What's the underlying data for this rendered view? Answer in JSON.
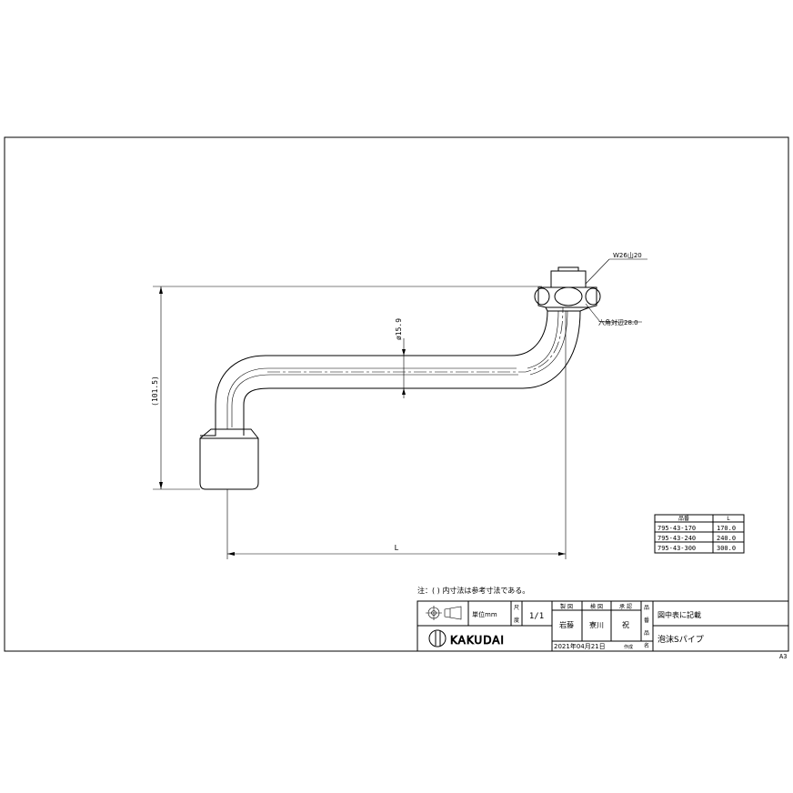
{
  "drawing": {
    "sheet_size": "A3",
    "dimensions": {
      "thread_spec": "W26山20",
      "hex_spec": "六角対辺28.0",
      "pipe_diameter": "ø15.9",
      "height": "(101.5)",
      "length_symbol": "L"
    },
    "parts_table": {
      "headers": [
        "品番",
        "L"
      ],
      "rows": [
        [
          "795-43-170",
          "170.0"
        ],
        [
          "795-43-240",
          "240.0"
        ],
        [
          "795-43-300",
          "300.0"
        ]
      ]
    },
    "note": "注：( ) 内寸法は参考寸法である。",
    "title_block": {
      "unit_label": "単位mm",
      "scale_label_top": "尺",
      "scale_label_bottom": "度",
      "scale_value": "1/1",
      "drawn_header": "製 図",
      "checked_header": "検 図",
      "approved_header": "承 認",
      "drawn_by": "岩藤",
      "checked_by": "寮川",
      "approved_by": "祝",
      "name_label_top": "品",
      "name_label_bottom": "番",
      "name_label2_top": "品",
      "name_label2_bottom": "名",
      "part_number_value": "図中表に記載",
      "part_name_value": "泡沫Sパイプ",
      "date": "2021年04月21日",
      "date_suffix": "作成",
      "brand": "KAKUDAI"
    }
  }
}
